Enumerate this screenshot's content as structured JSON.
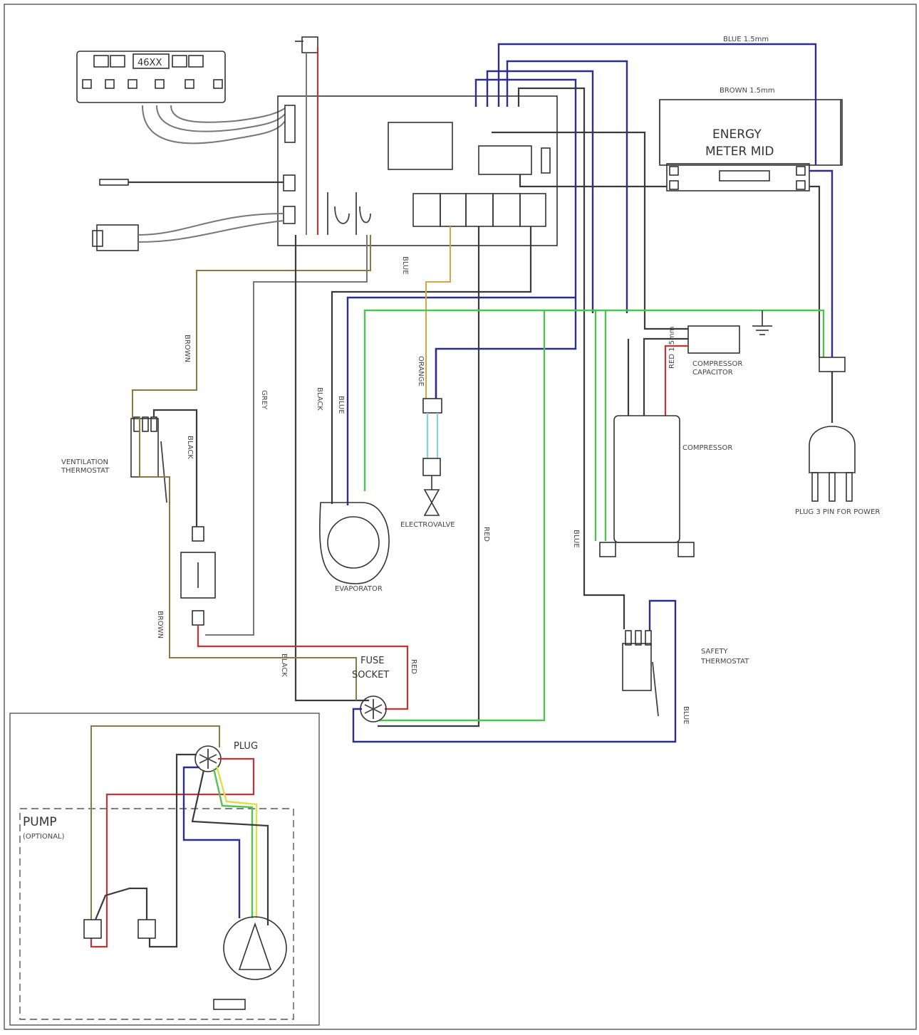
{
  "labels": {
    "display_code": "46XX",
    "energy_meter_line1": "ENERGY",
    "energy_meter_line2": "METER MID",
    "blue_top": "BLUE 1.5mm",
    "brown_top": "BROWN 1.5mm",
    "blue_side": "BLUE",
    "blue_bottom": "BLUE",
    "blue_mid": "BLUE",
    "blue_fan": "BLUE",
    "brown_mid": "BROWN",
    "brown_left": "BROWN",
    "black_left": "BLACK",
    "black_mid": "BLACK",
    "black_fan": "BLACK",
    "grey": "GREY",
    "red_right": "RED",
    "red_mid": "RED",
    "red_compressor": "RED 1.5mm",
    "orange": "ORANGE",
    "fuse_socket_line1": "FUSE",
    "fuse_socket_line2": "SOCKET",
    "plug": "PLUG",
    "pump_title": "PUMP",
    "pump_subtitle": "(OPTIONAL)",
    "compressor": "COMPRESSOR",
    "compressor_capacitor_line1": "COMPRESSOR",
    "compressor_capacitor_line2": "CAPACITOR",
    "safety_thermostat_line1": "SAFETY",
    "safety_thermostat_line2": "THERMOSTAT",
    "ventilation_thermostat_line1": "VENTILATION",
    "ventilation_thermostat_line2": "THERMOSTAT",
    "evaporator": "EVAPORATOR",
    "electrovalve": "ELECTROVALVE",
    "plug_3pin": "PLUG 3 PIN FOR POWER"
  },
  "colors": {
    "black": "#3a3a3a",
    "blue": "#2d2d8a",
    "green": "#4fc24f",
    "red": "#c83232",
    "brown": "#8b7a3e",
    "grey": "#777777",
    "orange": "#d9a441",
    "yellow": "#d8e04a",
    "cyan": "#7fd3e0"
  }
}
